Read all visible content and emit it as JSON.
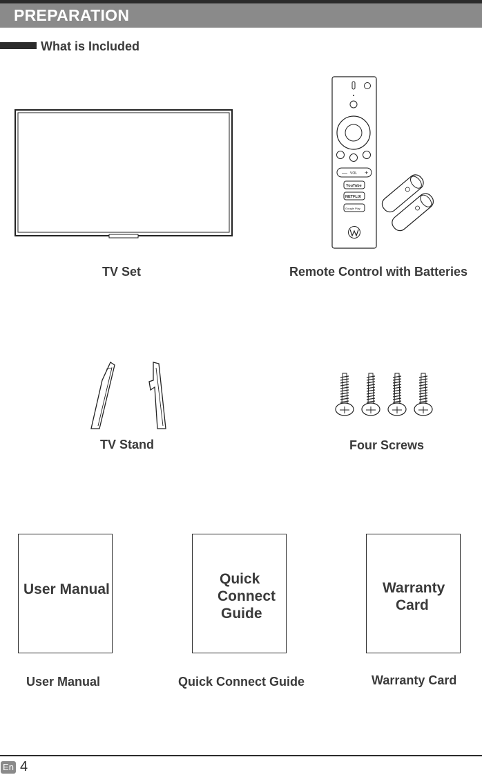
{
  "header": {
    "title": "PREPARATION"
  },
  "section": {
    "title": "What is Included"
  },
  "items": {
    "tv_set": "TV Set",
    "remote": "Remote Control with Batteries",
    "tv_stand": "TV Stand",
    "screws": "Four Screws",
    "user_manual": "User Manual",
    "quick_guide": "Quick Connect Guide",
    "warranty": "Warranty Card"
  },
  "booklets": {
    "user_manual": {
      "line1": "User Manual"
    },
    "quick_guide": {
      "line1": "Quick",
      "line2": "Connect",
      "line3": "Guide"
    },
    "warranty": {
      "line1": "Warranty",
      "line2": "Card"
    }
  },
  "remote_buttons": {
    "vol": "VOL",
    "youtube": "YouTube",
    "netflix": "NETFLIX",
    "google_play": "Google Play",
    "minus": "—",
    "plus": "+"
  },
  "footer": {
    "language": "En",
    "page": "4"
  },
  "colors": {
    "header_bg": "#8a8a8a",
    "dark": "#2b2b2b",
    "text": "#3a3a3a"
  }
}
